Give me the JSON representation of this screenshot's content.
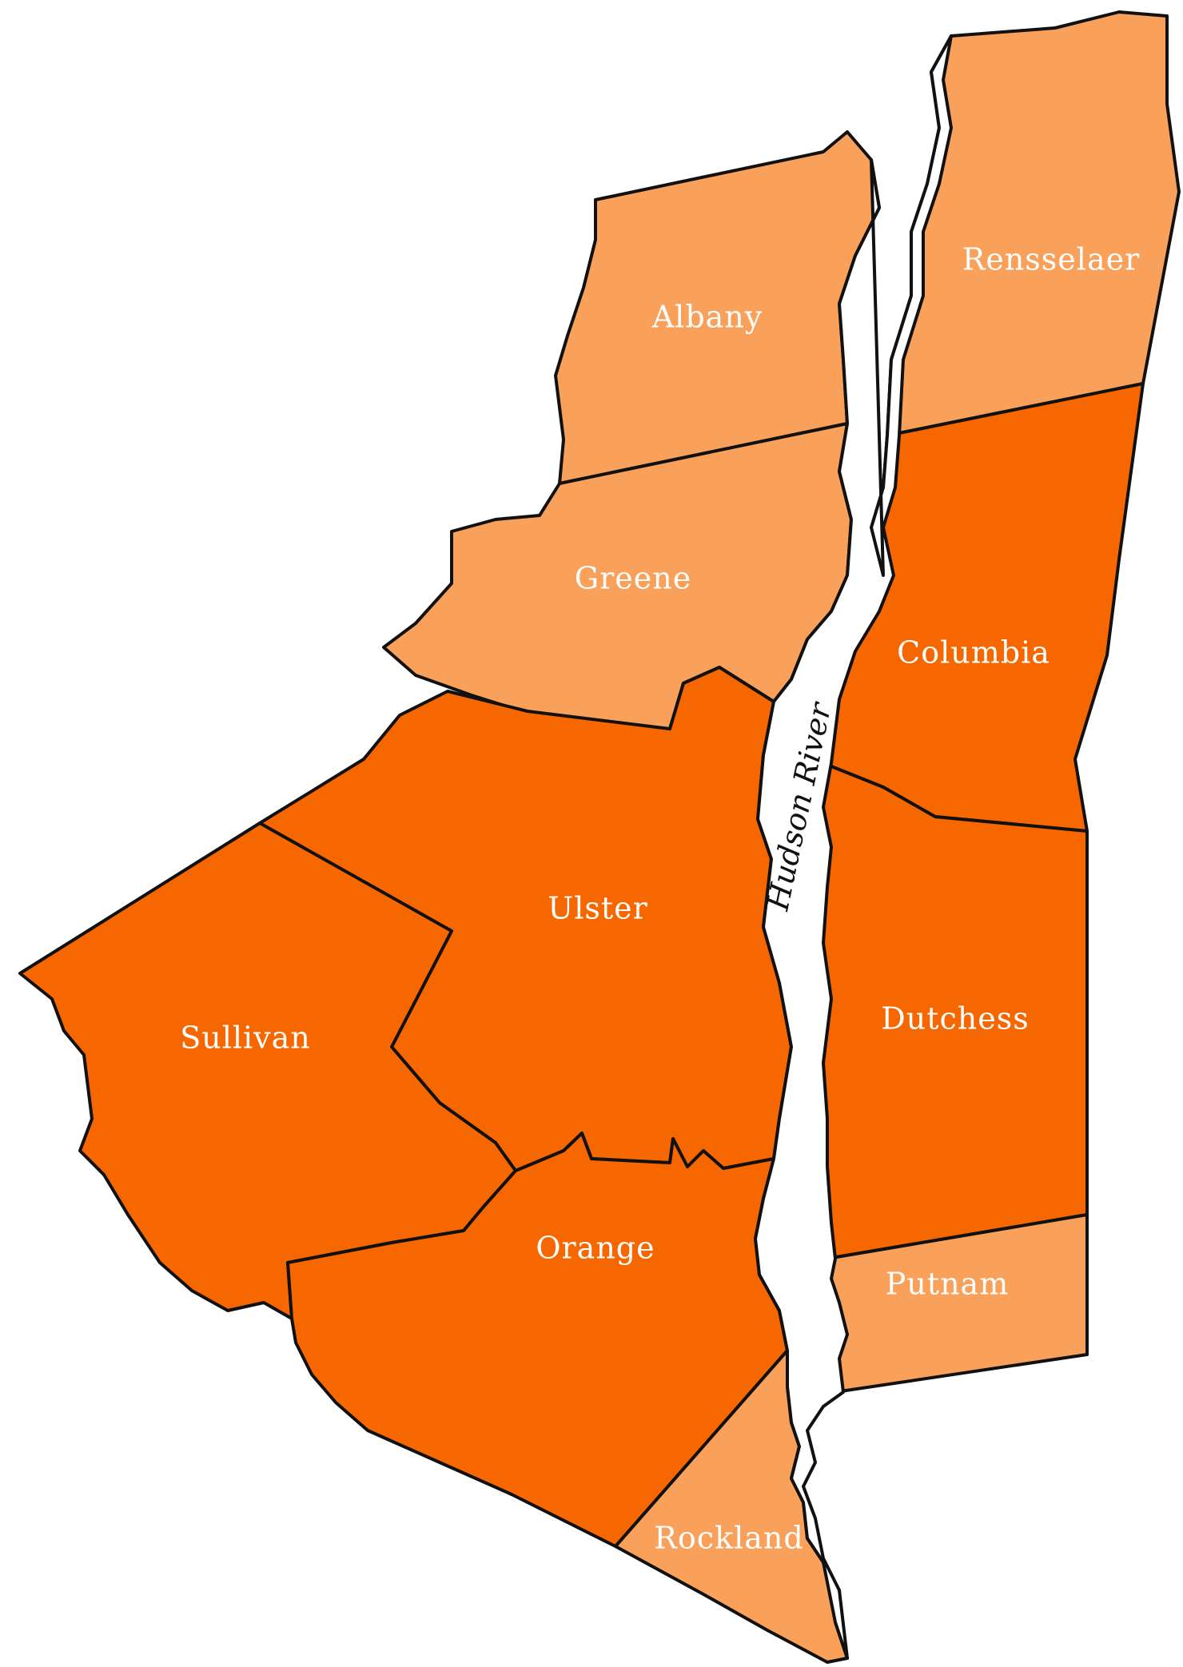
{
  "map": {
    "colors": {
      "light": "#f9a15a",
      "dark": "#f76700",
      "border": "#111111",
      "river": "#ffffff",
      "label": "#ffffff"
    },
    "counties": [
      {
        "key": "albany",
        "name": "Albany",
        "shade": "light"
      },
      {
        "key": "rensselaer",
        "name": "Rensselaer",
        "shade": "light"
      },
      {
        "key": "greene",
        "name": "Greene",
        "shade": "light"
      },
      {
        "key": "columbia",
        "name": "Columbia",
        "shade": "dark"
      },
      {
        "key": "ulster",
        "name": "Ulster",
        "shade": "dark"
      },
      {
        "key": "sullivan",
        "name": "Sullivan",
        "shade": "dark"
      },
      {
        "key": "dutchess",
        "name": "Dutchess",
        "shade": "dark"
      },
      {
        "key": "orange",
        "name": "Orange",
        "shade": "dark"
      },
      {
        "key": "putnam",
        "name": "Putnam",
        "shade": "light"
      },
      {
        "key": "rockland",
        "name": "Rockland",
        "shade": "light"
      }
    ],
    "river_label": "Hudson River"
  }
}
